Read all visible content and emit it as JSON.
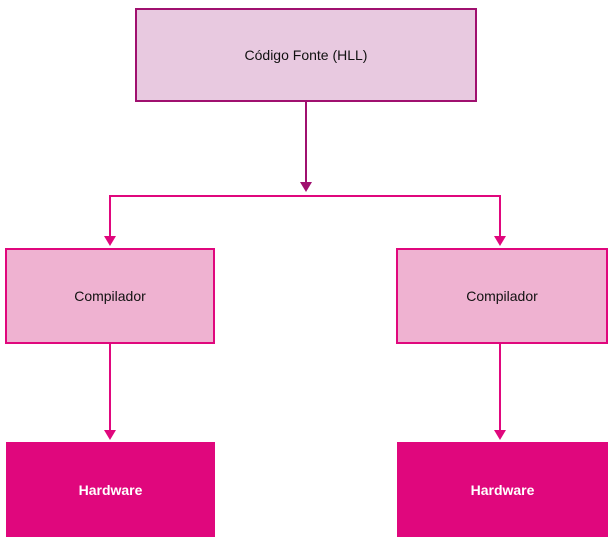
{
  "diagram": {
    "source": {
      "label": "Código Fonte (HLL)"
    },
    "compilers": [
      {
        "label": "Compilador"
      },
      {
        "label": "Compilador"
      }
    ],
    "hardware": [
      {
        "label": "Hardware"
      },
      {
        "label": "Hardware"
      }
    ]
  },
  "colors": {
    "source_fill": "#e8c9e0",
    "source_border": "#a0106f",
    "compiler_fill": "#efb2d1",
    "accent_magenta": "#e0077d",
    "arrow_dark": "#a0106f"
  }
}
